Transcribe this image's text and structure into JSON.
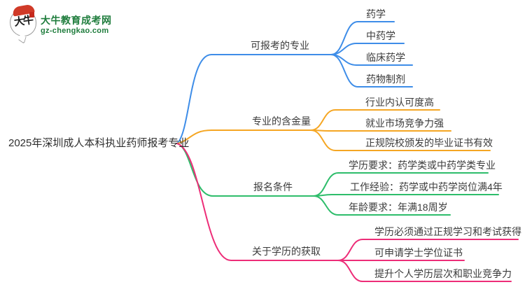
{
  "logo": {
    "icon_text": "大牛",
    "site_name": "大牛教育成考网",
    "site_domain": "gz-chengkao.com",
    "brand_green": "#1e7c3c",
    "icon_red": "#d03a28"
  },
  "central_topic": "2025年深圳成人本科执业药师报考专业",
  "text_color": "#3b3b3b",
  "branches": [
    {
      "label": "可报考的专业",
      "color": "#3e8de8",
      "children": [
        "药学",
        "中药学",
        "临床药学",
        "药物制剂"
      ]
    },
    {
      "label": "专业的含金量",
      "color": "#f5a623",
      "children": [
        "行业内认可度高",
        "就业市场竞争力强",
        "正规院校颁发的毕业证书有效"
      ]
    },
    {
      "label": "报名条件",
      "color": "#2ebd6b",
      "children": [
        "学历要求：药学类或中药学类专业",
        "工作经验：药学或中药学岗位满4年",
        "年龄要求：年满18周岁"
      ]
    },
    {
      "label": "关于学历的获取",
      "color": "#ed2d78",
      "children": [
        "学历必须通过正规学习和考试获得",
        "可申请学士学位证书",
        "提升个人学历层次和职业竞争力"
      ]
    }
  ]
}
